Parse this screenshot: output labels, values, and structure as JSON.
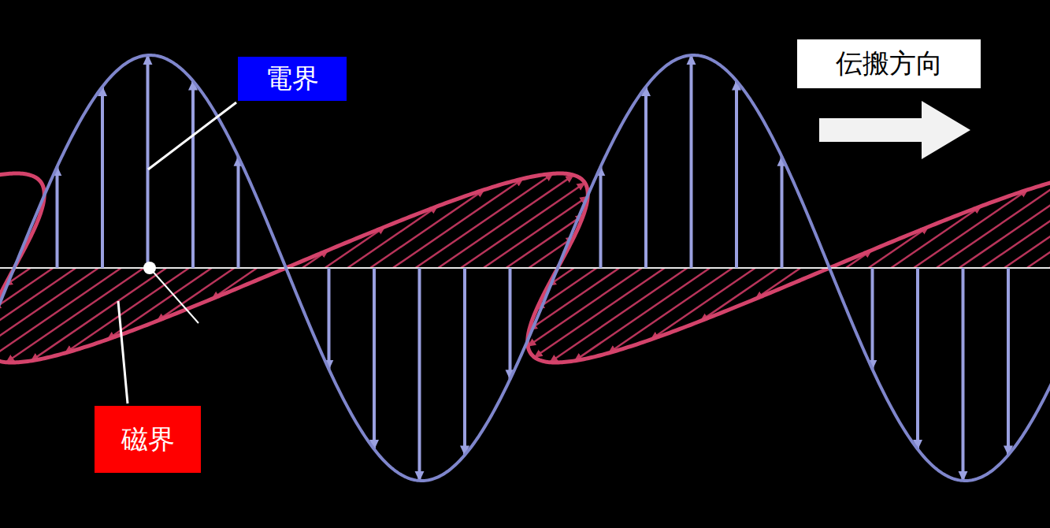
{
  "diagram": {
    "nodes": [
      {
        "text": [
          "電界"
        ]
      },
      {
        "text": [
          "伝搬方向"
        ]
      },
      {
        "text": [
          "磁界"
        ]
      }
    ]
  }
}
